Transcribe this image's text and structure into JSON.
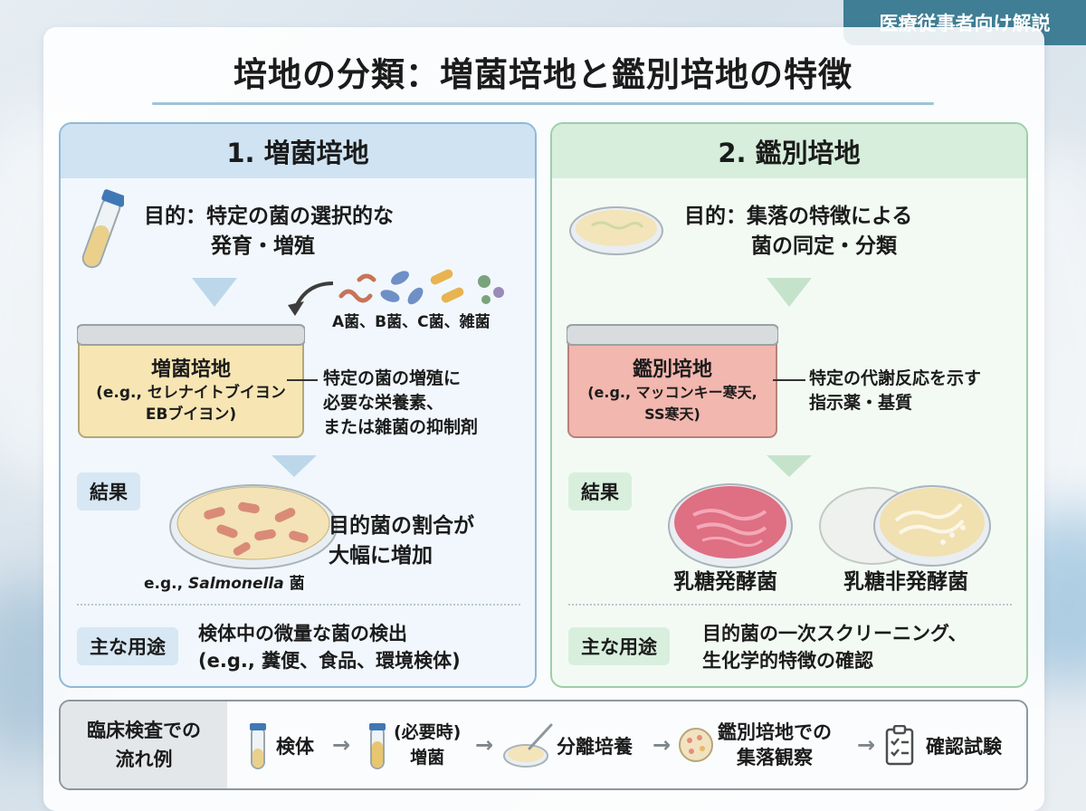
{
  "corner_tag": "医療従事者向け解説",
  "title": "培地の分類：増菌培地と鑑別培地の特徴",
  "enrichment": {
    "heading": "1. 増菌培地",
    "purpose_line1": "目的：特定の菌の選択的な",
    "purpose_line2": "発育・増殖",
    "bacteria_label": "A菌、B菌、C菌、雑菌",
    "medium_name": "増菌培地",
    "medium_example_line1": "(e.g., セレナイトブイヨン",
    "medium_example_line2": "EBブイヨン)",
    "note_line1": "特定の菌の増殖に",
    "note_line2": "必要な栄養素、",
    "note_line3": "または雑菌の抑制剤",
    "result_label": "結果",
    "result_line1": "目的菌の割合が",
    "result_line2": "大幅に増加",
    "example_prefix": "e.g., ",
    "example_italic": "Salmonella",
    "example_suffix": " 菌",
    "use_label": "主な用途",
    "use_line1": "検体中の微量な菌の検出",
    "use_line2": "(e.g., 糞便、食品、環境検体)"
  },
  "differential": {
    "heading": "2. 鑑別培地",
    "purpose_line1": "目的：集落の特徴による",
    "purpose_line2": "菌の同定・分類",
    "medium_name": "鑑別培地",
    "medium_example_line1": "(e.g., マッコンキー寒天,",
    "medium_example_line2": "SS寒天)",
    "note_line1": "特定の代謝反応を示す",
    "note_line2": "指示薬・基質",
    "result_label": "結果",
    "result_a": "乳糖発酵菌",
    "result_b": "乳糖非発酵菌",
    "use_label": "主な用途",
    "use_line1": "目的菌の一次スクリーニング、",
    "use_line2": "生化学的特徴の確認"
  },
  "flow": {
    "label_line1": "臨床検査での",
    "label_line2": "流れ例",
    "step1": "検体",
    "step2_line1": "(必要時)",
    "step2_line2": "増菌",
    "step3": "分離培養",
    "step4_line1": "鑑別培地での",
    "step4_line2": "集落観察",
    "step5": "確認試験"
  },
  "colors": {
    "enrichment_accent": "#8fb9d8",
    "differential_accent": "#9ccfa8",
    "corner_tag": "#3f7e95",
    "enrichment_medium": "#f7e6b4",
    "differential_medium": "#f2b7ae"
  }
}
